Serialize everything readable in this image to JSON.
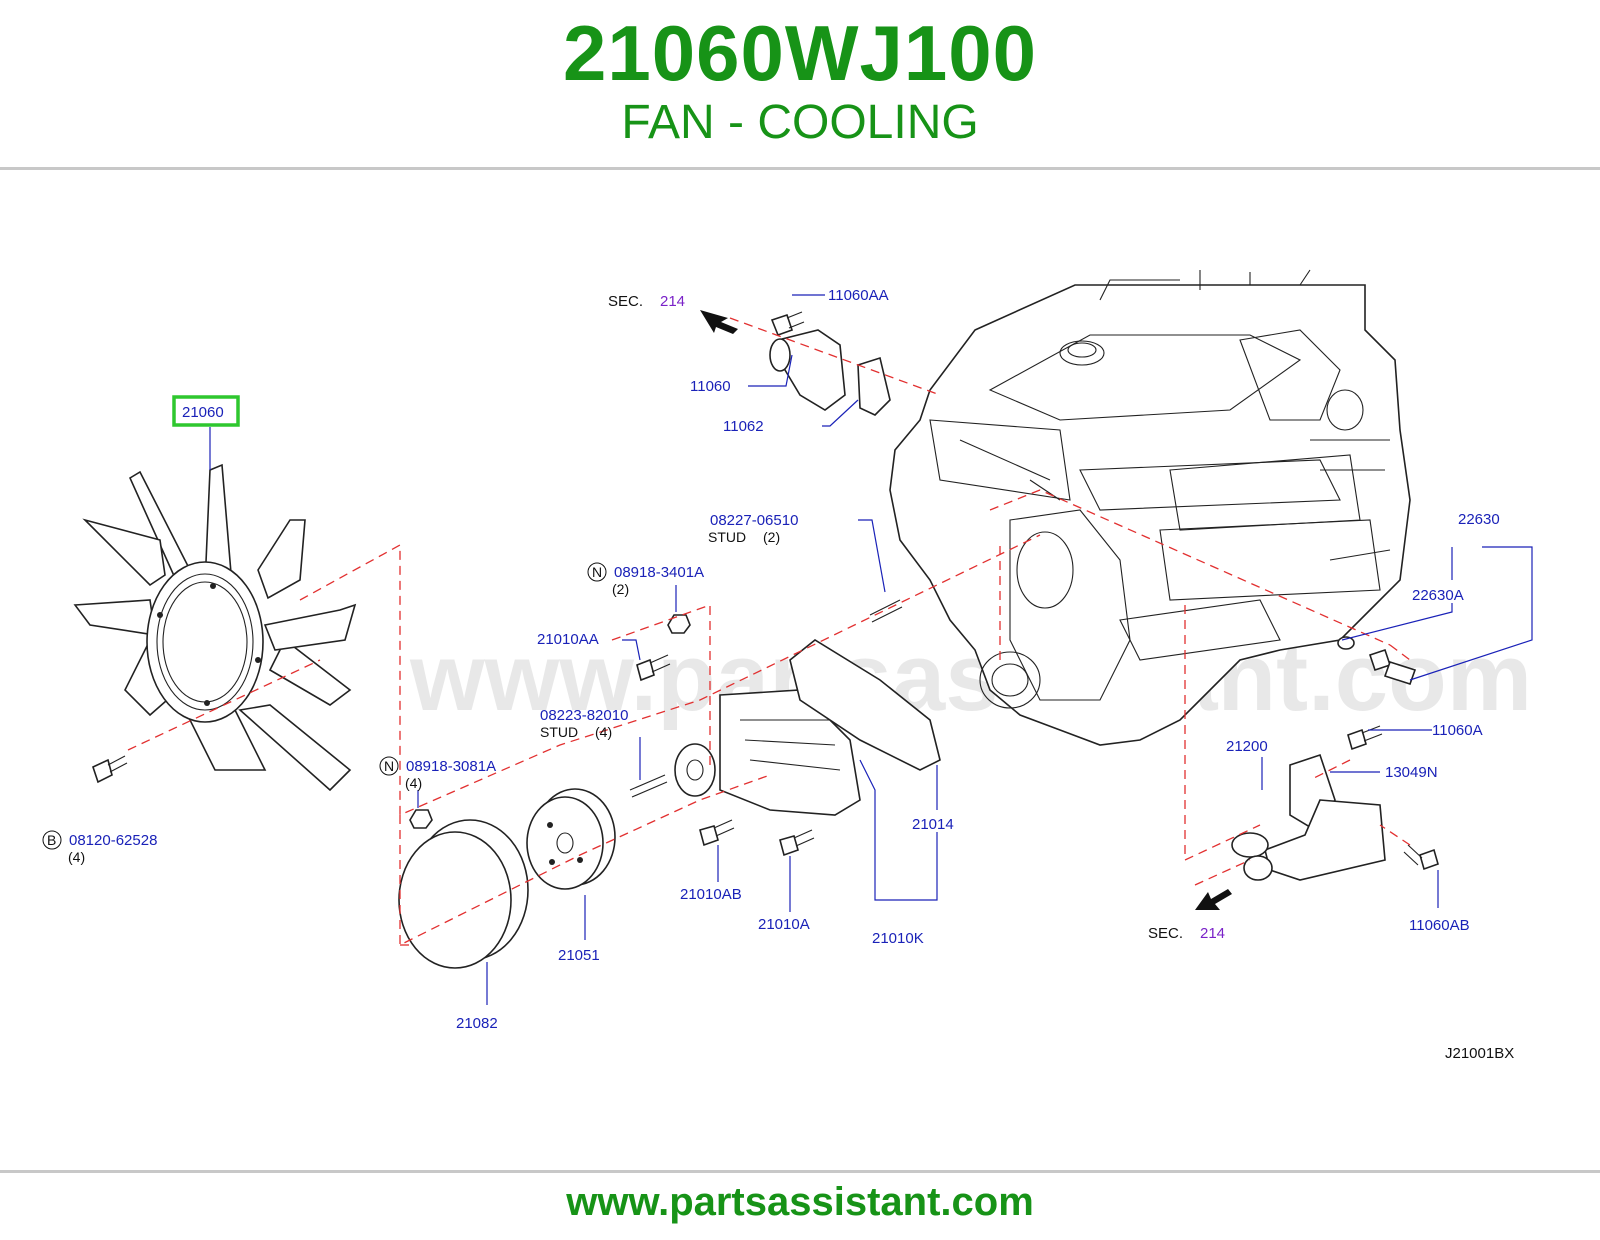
{
  "header": {
    "part_number": "21060WJ100",
    "part_name": "FAN - COOLING"
  },
  "colors": {
    "brand_green": "#179317",
    "label_blue": "#1a22b8",
    "section_purple": "#7a22c8",
    "leader_red_dashed": "#e23030",
    "highlight_box": "#2ec72e"
  },
  "diagram": {
    "highlighted_part": "21060",
    "watermark": "www.partsassistant.com",
    "code": "J21001BX",
    "section_refs": [
      {
        "prefix": "SEC.",
        "number": "214"
      },
      {
        "prefix": "SEC.",
        "number": "214"
      }
    ],
    "callouts": {
      "c11060AA": "11060AA",
      "c11060": "11060",
      "c11062": "11062",
      "c21060": "21060",
      "c08227": "08227-06510",
      "c08227_note": "STUD",
      "c08227_qty": "(2)",
      "c08918_3401": "08918-3401A",
      "c08918_3401_qty": "(2)",
      "c21010AA": "21010AA",
      "c08223": "08223-82010",
      "c08223_note": "STUD",
      "c08223_qty": "(4)",
      "c08918_3081": "08918-3081A",
      "c08918_3081_qty": "(4)",
      "c08120": "08120-62528",
      "c08120_qty": "(4)",
      "c22630": "22630",
      "c22630A": "22630A",
      "c11060A": "11060A",
      "c21200": "21200",
      "c13049N": "13049N",
      "c21014": "21014",
      "c21010AB": "21010AB",
      "c21010A": "21010A",
      "c21010K": "21010K",
      "c21051": "21051",
      "c21082": "21082",
      "c11060AB": "11060AB"
    },
    "symbols": {
      "n": "N",
      "b": "B"
    }
  },
  "footer": {
    "url": "www.partsassistant.com"
  }
}
